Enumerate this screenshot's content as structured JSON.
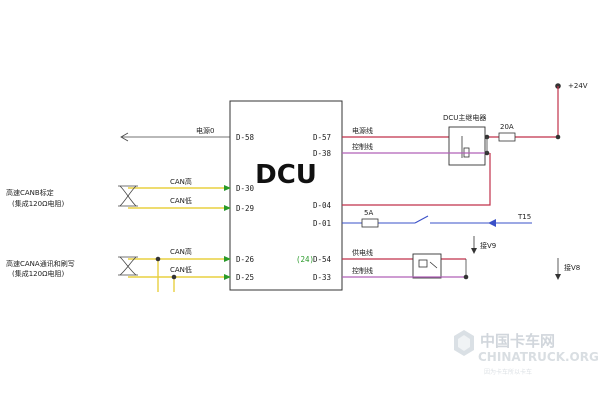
{
  "dcu": {
    "title": "DCU"
  },
  "pins_left": [
    "D-58",
    "D-30",
    "D-29",
    "D-26",
    "D-25"
  ],
  "pins_right": [
    "D-57",
    "D-38",
    "D-04",
    "D-01",
    "D-54",
    "D-33"
  ],
  "signals_left": {
    "power": "电源0",
    "canh_1": "CAN高",
    "canl_1": "CAN低",
    "canh_2": "CAN高",
    "canl_2": "CAN低"
  },
  "signals_right": {
    "power": "电源线",
    "control_1": "控制线",
    "heater": "供电线",
    "control_2": "控制线"
  },
  "notes": {
    "canb_line1": "高速CANB标定",
    "canb_line2": "(集成120Ω电阻)",
    "cana_line1": "高速CANA通讯和刷写",
    "cana_line2": "(集成120Ω电阻)"
  },
  "components": {
    "relay_main": "DCU主继电器",
    "fuse_main": "20A",
    "fuse_small": "5A",
    "supply": "+24V",
    "t15": "T15",
    "ground_1": "接V9",
    "ground_2": "接V8",
    "pin_54_mark": "(24)"
  },
  "watermark": {
    "cn": "中国卡车网",
    "en": "CHINATRUCK.ORG",
    "slogan": "因为卡车所以卡车"
  },
  "colors": {
    "red": "#c0304a",
    "purple": "#b060b8",
    "yellow": "#e8d040",
    "blue": "#3a50c8",
    "dark": "#333333"
  }
}
